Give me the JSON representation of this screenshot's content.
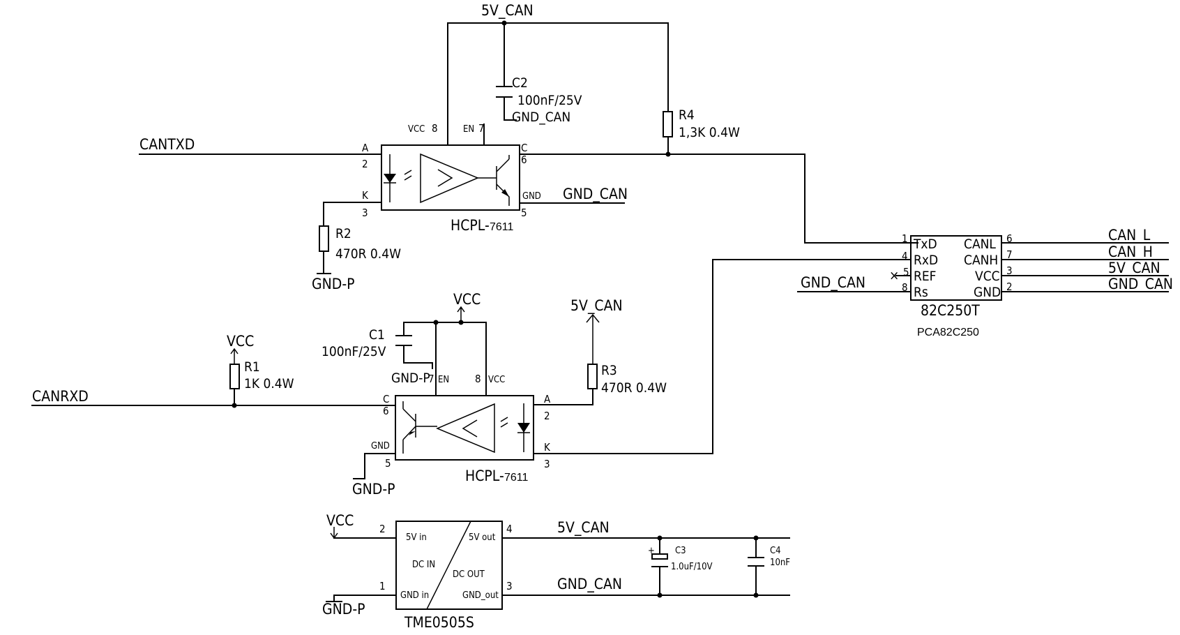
{
  "nets": {
    "supply_top": "5V_CAN",
    "cantxd": "CANTXD",
    "canrxd": "CANRXD",
    "gnd_can_u1": "GND_CAN",
    "gnd_can_c2": "GND_CAN",
    "gnd_p_r2": "GND-P",
    "gnd_p_c1": "GND-P",
    "gnd_p_u2": "GND-P",
    "gnd_p_dc": "GND-P",
    "vcc_c1": "VCC",
    "vcc_r1": "VCC",
    "vcc_dc": "VCC",
    "v5_r3": "5V_CAN",
    "gnd_can_rs": "GND_CAN",
    "v5_dc_out": "5V_CAN",
    "gnd_can_dc_out": "GND_CAN",
    "out_can_l": "CAN_L",
    "out_can_h": "CAN_H",
    "out_5v": "5V_CAN",
    "out_gnd": "GND_CAN"
  },
  "components": {
    "c2": {
      "ref": "C2",
      "value": "100nF/25V"
    },
    "r4": {
      "ref": "R4",
      "value": "1,3K 0.4W"
    },
    "r2": {
      "ref": "R2",
      "value": "470R 0.4W"
    },
    "r3": {
      "ref": "R3",
      "value": "470R 0.4W"
    },
    "r1": {
      "ref": "R1",
      "value": "1K 0.4W"
    },
    "c1": {
      "ref": "C1",
      "value": "100nF/25V"
    },
    "c3": {
      "ref": "C3",
      "value": "1.0uF/10V"
    },
    "c4": {
      "ref": "C4",
      "value": "10nF"
    },
    "u1": {
      "name_prefix": "HCPL-",
      "name_suffix": "7611",
      "vcc": "VCC",
      "en": "EN",
      "gnd": "GND",
      "pins": {
        "vcc": "8",
        "en": "7",
        "a": "A",
        "a_num": "2",
        "k": "K",
        "k_num": "3",
        "c": "C",
        "c_num": "6",
        "gnd_num": "5"
      }
    },
    "u2": {
      "name_prefix": "HCPL-",
      "name_suffix": "7611",
      "vcc": "VCC",
      "en": "EN",
      "gnd": "GND",
      "pins": {
        "vcc": "8",
        "en": "7",
        "a": "A",
        "a_num": "2",
        "k": "K",
        "k_num": "3",
        "c": "C",
        "c_num": "6",
        "gnd_num": "5"
      }
    },
    "can": {
      "part": "82C250T",
      "subtitle": "PCA82C250",
      "left_pins": [
        {
          "num": "1",
          "name": "TxD"
        },
        {
          "num": "4",
          "name": "RxD"
        },
        {
          "num": "5",
          "name": "REF"
        },
        {
          "num": "8",
          "name": "Rs"
        }
      ],
      "right_pins": [
        {
          "num": "6",
          "name": "CANL"
        },
        {
          "num": "7",
          "name": "CANH"
        },
        {
          "num": "3",
          "name": "VCC"
        },
        {
          "num": "2",
          "name": "GND"
        }
      ]
    },
    "dcdc": {
      "part": "TME0505S",
      "in_pos": "5V in",
      "in_neg": "GND in",
      "dc_in": "DC IN",
      "out_pos": "5V out",
      "out_neg": "GND_out",
      "dc_out": "DC OUT",
      "pins": {
        "in_pos": "2",
        "in_neg": "1",
        "out_pos": "4",
        "out_neg": "3"
      }
    }
  },
  "symbols": {
    "plus": "+",
    "no_connect": "×"
  }
}
